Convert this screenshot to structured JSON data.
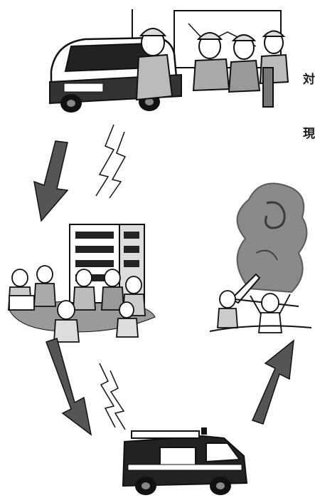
{
  "labels": {
    "char1": "対",
    "char2": "現"
  },
  "colors": {
    "ink": "#111111",
    "arrow": "#555555",
    "smoke": "#8a8a8a",
    "smoke_dark": "#5a5a5a",
    "ground": "#9a9a9a",
    "paper": "#ffffff"
  },
  "scenes": [
    {
      "name": "command-vehicle-with-officers-icon"
    },
    {
      "name": "evacuation-site-building-crowd-icon"
    },
    {
      "name": "fire-engine-icon"
    },
    {
      "name": "burning-building-victims-icon"
    }
  ],
  "connections": [
    {
      "name": "radio-signal-icon",
      "from": "command-vehicle",
      "to": "evacuation-site"
    },
    {
      "name": "radio-signal-icon",
      "from": "evacuation-site",
      "to": "fire-engine"
    }
  ]
}
